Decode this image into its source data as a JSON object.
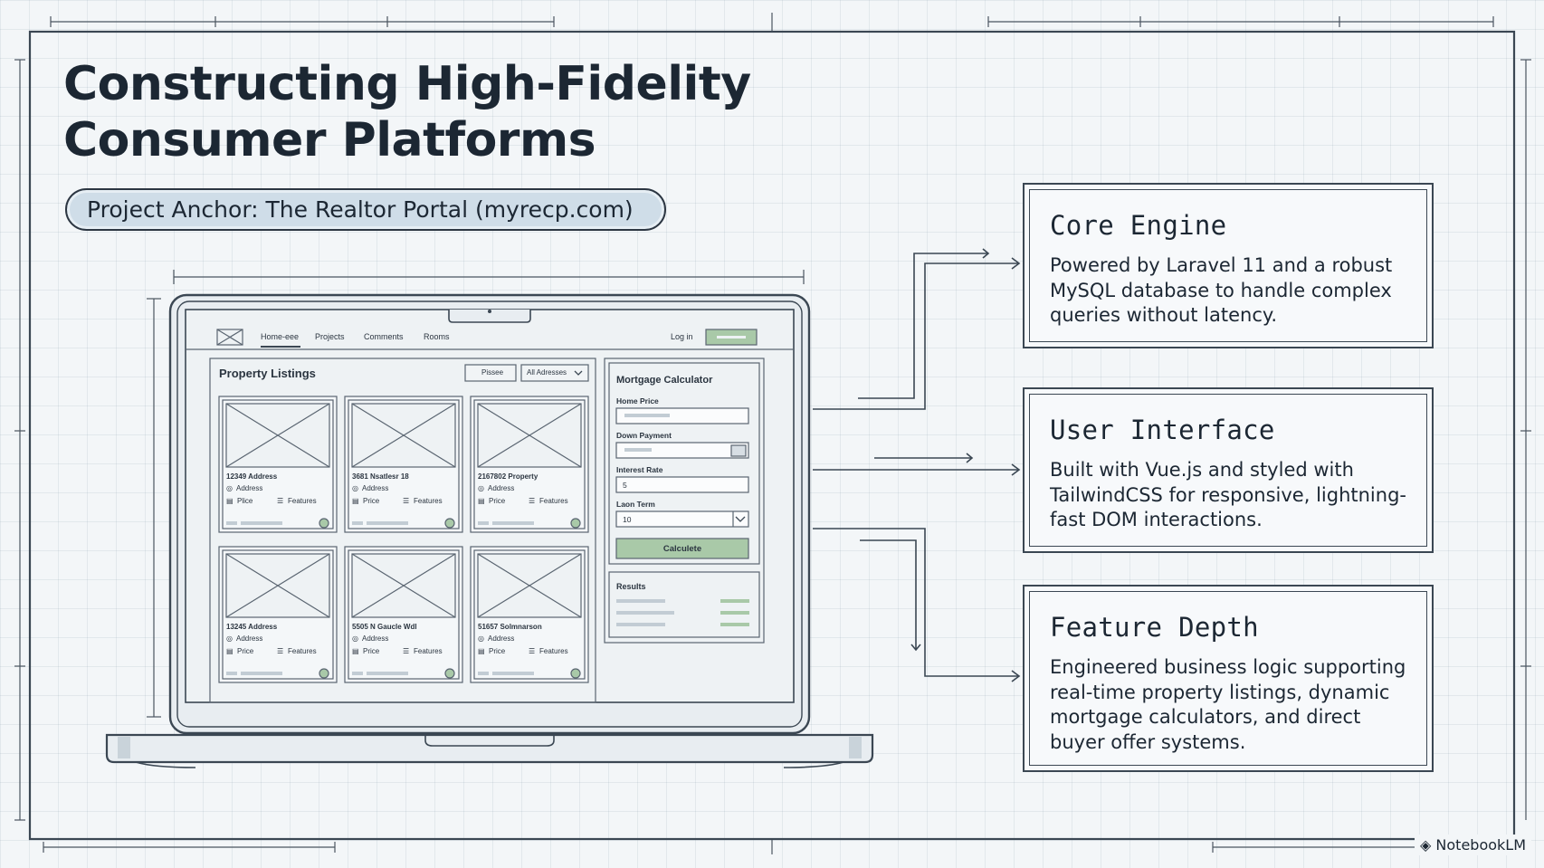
{
  "slide": {
    "title_line1": "Constructing High-Fidelity",
    "title_line2": "Consumer Platforms",
    "subtitle_pill": "Project Anchor: The Realtor Portal (myrecp.com)"
  },
  "cards": [
    {
      "title": "Core Engine",
      "body": "Powered by Laravel 11 and a robust MySQL database to handle complex queries without latency."
    },
    {
      "title": "User Interface",
      "body": "Built with Vue.js and styled with TailwindCSS for responsive, lightning-fast DOM interactions."
    },
    {
      "title": "Feature Depth",
      "body": "Engineered business logic supporting real-time property listings, dynamic mortgage calculators, and direct buyer offer systems."
    }
  ],
  "mockup": {
    "nav": {
      "links": [
        "Home-eee",
        "Projects",
        "Comments",
        "Rooms"
      ],
      "login": "Log in"
    },
    "listings": {
      "heading": "Property Listings",
      "filter1": "Pissee",
      "filter2": "All Adresses",
      "cards": [
        {
          "address": "12349 Address",
          "sub": "Address",
          "price": "Plice",
          "features": "Features"
        },
        {
          "address": "3681 Nsatlesr 18",
          "sub": "Address",
          "price": "Price",
          "features": "Features"
        },
        {
          "address": "2167802 Property",
          "sub": "Address",
          "price": "Price",
          "features": "Features"
        },
        {
          "address": "13245 Address",
          "sub": "Address",
          "price": "Price",
          "features": "Features"
        },
        {
          "address": "5505 N Gaucle Wdl",
          "sub": "Address",
          "price": "Price",
          "features": "Features"
        },
        {
          "address": "51657 Solmnarson",
          "sub": "Address",
          "price": "Price",
          "features": "Features"
        }
      ]
    },
    "calculator": {
      "heading": "Mortgage Calculator",
      "home_price_label": "Home Price",
      "down_payment_label": "Down Payment",
      "interest_rate_label": "Interest Rate",
      "interest_rate_value": "5",
      "loan_term_label": "Laon Term",
      "loan_term_value": "10",
      "button": "Calculete",
      "results_label": "Results"
    }
  },
  "branding": "NotebookLM",
  "colors": {
    "line": "#3b4753",
    "pill_fill": "#cfdde8",
    "accent_green": "#a9c9a8",
    "screen_bg": "#eef2f4"
  },
  "icons": [
    "logo-placeholder-icon",
    "image-placeholder-icon",
    "location-pin-icon",
    "price-tag-icon",
    "features-icon",
    "chevron-down-icon",
    "notebooklm-logo-icon"
  ]
}
